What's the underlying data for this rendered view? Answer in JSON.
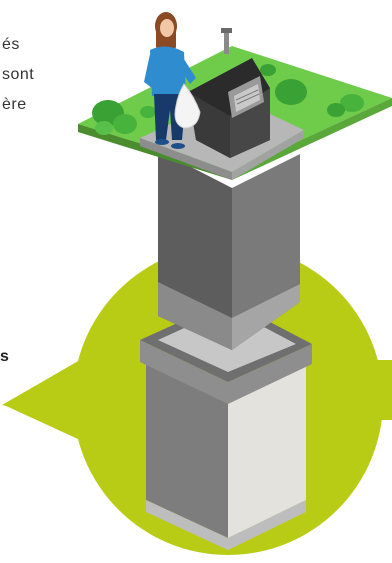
{
  "text_fragments": {
    "line1": "és",
    "line2": "sont",
    "line3": "ère",
    "line4": "s"
  },
  "colors": {
    "accent_circle": "#b8cc16",
    "grass": "#6fcb4a",
    "bush": "#3aa234",
    "shaft_dark": "#5d5d5d",
    "shaft_mid": "#7a7a7a",
    "bin_light": "#e4e2dc",
    "terminal": "#2b2b2b",
    "person_top": "#2f8ccf",
    "person_pants": "#173a6b",
    "hair": "#8a4a23"
  },
  "icons": {
    "illustration": "underground-waste-container-icon",
    "terminal": "waste-deposit-terminal-icon",
    "person": "person-with-bag-icon"
  }
}
